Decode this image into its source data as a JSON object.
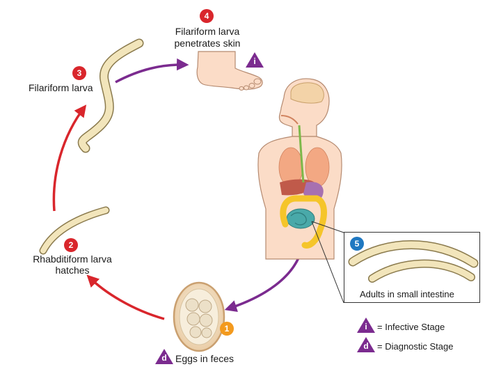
{
  "stages": {
    "s1": {
      "number": "1",
      "label": "Eggs in feces"
    },
    "s2": {
      "number": "2",
      "label_line1": "Rhabditiform larva",
      "label_line2": "hatches"
    },
    "s3": {
      "number": "3",
      "label": "Filariform larva"
    },
    "s4": {
      "number": "4",
      "label_line1": "Filariform larva",
      "label_line2": "penetrates skin"
    },
    "s5": {
      "number": "5",
      "label": "Adults in small intestine"
    }
  },
  "markers": {
    "infective": "i",
    "diagnostic": "d"
  },
  "legend": {
    "infective_label": "= Infective Stage",
    "diagnostic_label": "= Diagnostic Stage"
  },
  "colors": {
    "red_arrow": "#d9262c",
    "purple_arrow": "#7b2b8f",
    "badge_red": "#d9262c",
    "badge_orange": "#f39a1e",
    "badge_blue": "#1f78c1",
    "worm": "#f2e5bb",
    "skin": "#fbdcc7"
  }
}
